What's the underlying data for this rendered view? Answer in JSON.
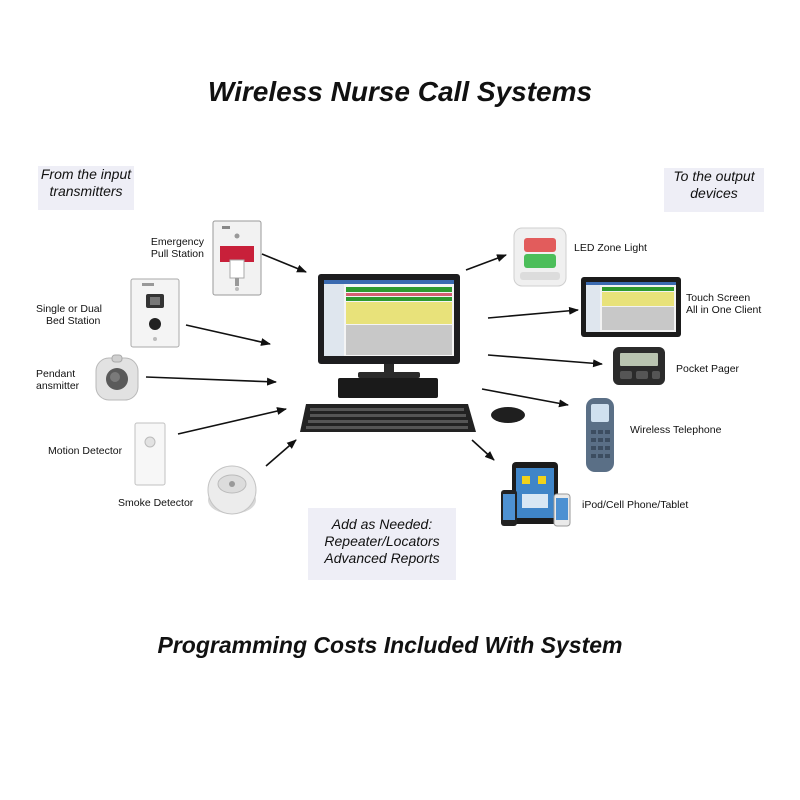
{
  "title": "Wireless Nurse Call Systems",
  "footer": "Programming Costs Included With System",
  "inputs_note": [
    "From the input",
    "transmitters"
  ],
  "outputs_note": [
    "To the output",
    "devices"
  ],
  "addons_note": [
    "Add as Needed:",
    "Repeater/Locators",
    "Advanced Reports"
  ],
  "inputs": [
    {
      "label": [
        "Emergency",
        "Pull Station"
      ]
    },
    {
      "label": [
        "Single or Dual",
        "Bed Station"
      ]
    },
    {
      "label": [
        "Pendant",
        "ansmitter"
      ]
    },
    {
      "label": [
        "Motion Detector"
      ]
    },
    {
      "label": [
        "Smoke Detector"
      ]
    }
  ],
  "outputs": [
    {
      "label": [
        "LED Zone Light"
      ]
    },
    {
      "label": [
        "Touch Screen",
        "All in One Client"
      ]
    },
    {
      "label": [
        "Pocket Pager"
      ]
    },
    {
      "label": [
        "Wireless Telephone"
      ]
    },
    {
      "label": [
        "iPod/Cell Phone/Tablet"
      ]
    }
  ],
  "colors": {
    "note_bg": "#eeeef6",
    "arrow": "#111111",
    "screen_green": "#2e9a2e",
    "screen_yellow": "#e8e27a",
    "alarm_red": "#c8203a"
  }
}
